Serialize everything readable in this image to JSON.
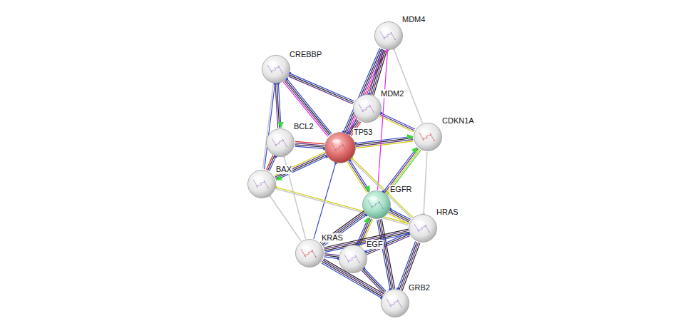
{
  "diagram": {
    "nodes": [
      {
        "text": [
          "MDM4"
        ]
      },
      {
        "text": [
          "CREBBP"
        ]
      },
      {
        "text": [
          "MDM2"
        ]
      },
      {
        "text": [
          "CDKN1A"
        ]
      },
      {
        "text": [
          "BCL2"
        ]
      },
      {
        "text": [
          "TP53"
        ]
      },
      {
        "text": [
          "BAX"
        ]
      },
      {
        "text": [
          "EGFR"
        ]
      },
      {
        "text": [
          "HRAS"
        ]
      },
      {
        "text": [
          "KRAS"
        ]
      },
      {
        "text": [
          "EGF"
        ]
      },
      {
        "text": [
          "GRB2"
        ]
      }
    ],
    "edges": [
      {
        "from": 5,
        "to": 0,
        "arrow": "none"
      },
      {
        "from": 5,
        "to": 2,
        "arrow": "none"
      },
      {
        "from": 2,
        "to": 0,
        "arrow": "none"
      },
      {
        "from": 1,
        "to": 5,
        "arrow": "none"
      },
      {
        "from": 5,
        "to": 4,
        "arrow": "none"
      },
      {
        "from": 5,
        "to": 6,
        "arrow": "to"
      },
      {
        "from": 5,
        "to": 3,
        "arrow": "to"
      },
      {
        "from": 1,
        "to": 4,
        "arrow": "to"
      },
      {
        "from": 1,
        "to": 6,
        "arrow": "none"
      },
      {
        "from": 4,
        "to": 6,
        "arrow": "none"
      },
      {
        "from": 1,
        "to": 2,
        "arrow": "none"
      },
      {
        "from": 2,
        "to": 3,
        "arrow": "none"
      },
      {
        "from": 0,
        "to": 3,
        "arrow": "none"
      },
      {
        "from": 0,
        "to": 7,
        "arrow": "none"
      },
      {
        "from": 5,
        "to": 7,
        "arrow": "to"
      },
      {
        "from": 5,
        "to": 9,
        "arrow": "none"
      },
      {
        "from": 5,
        "to": 8,
        "arrow": "none"
      },
      {
        "from": 6,
        "to": 8,
        "arrow": "none"
      },
      {
        "from": 6,
        "to": 9,
        "arrow": "none"
      },
      {
        "from": 4,
        "to": 9,
        "arrow": "none"
      },
      {
        "from": 7,
        "to": 8,
        "arrow": "none"
      },
      {
        "from": 7,
        "to": 9,
        "arrow": "none"
      },
      {
        "from": 10,
        "to": 7,
        "arrow": "to"
      },
      {
        "from": 11,
        "to": 7,
        "arrow": "none"
      },
      {
        "from": 7,
        "to": 3,
        "arrow": "to"
      },
      {
        "from": 8,
        "to": 9,
        "arrow": "none"
      },
      {
        "from": 10,
        "to": 8,
        "arrow": "none"
      },
      {
        "from": 11,
        "to": 8,
        "arrow": "none"
      },
      {
        "from": 10,
        "to": 9,
        "arrow": "none"
      },
      {
        "from": 11,
        "to": 9,
        "arrow": "none"
      },
      {
        "from": 10,
        "to": 11,
        "arrow": "none"
      },
      {
        "from": 8,
        "to": 3,
        "arrow": "none"
      }
    ]
  }
}
